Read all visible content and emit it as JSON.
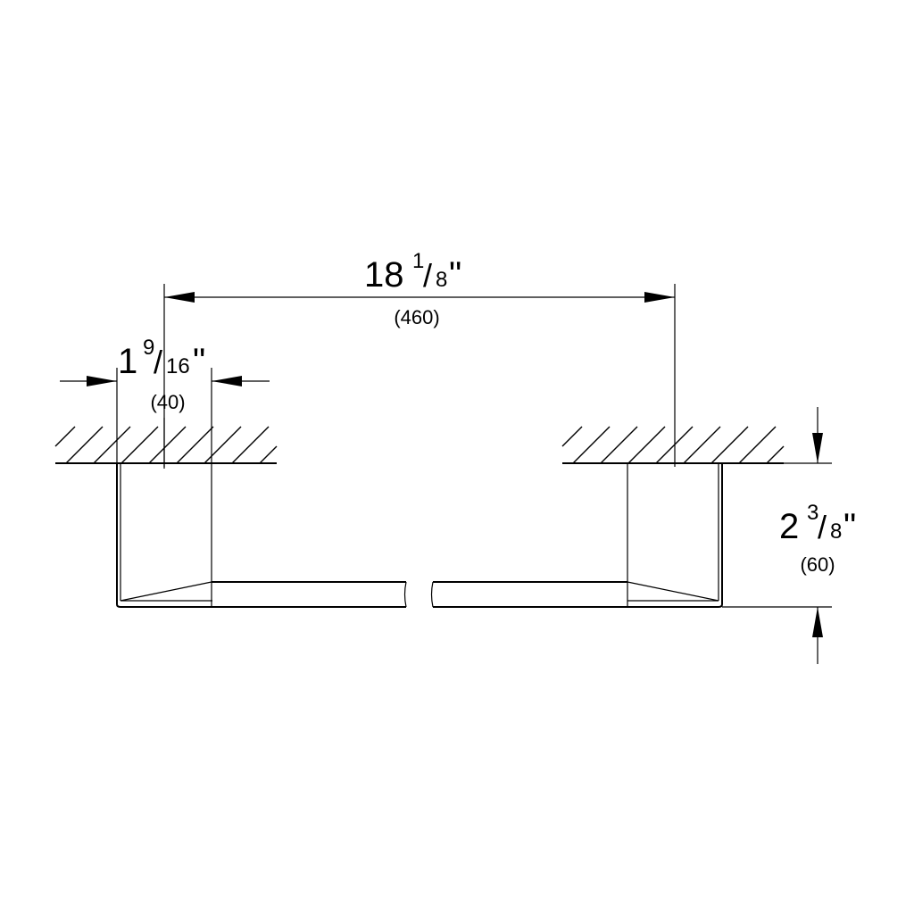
{
  "dimensions": {
    "overall_width": {
      "whole": "18",
      "num": "1",
      "den": "8",
      "unit": "\"",
      "metric": "(460)"
    },
    "bracket_width": {
      "whole": "1",
      "num": "9",
      "den": "16",
      "unit": "\"",
      "metric": "(40)"
    },
    "projection": {
      "whole": "2",
      "num": "3",
      "den": "8",
      "unit": "\"",
      "metric": "(60)"
    }
  }
}
